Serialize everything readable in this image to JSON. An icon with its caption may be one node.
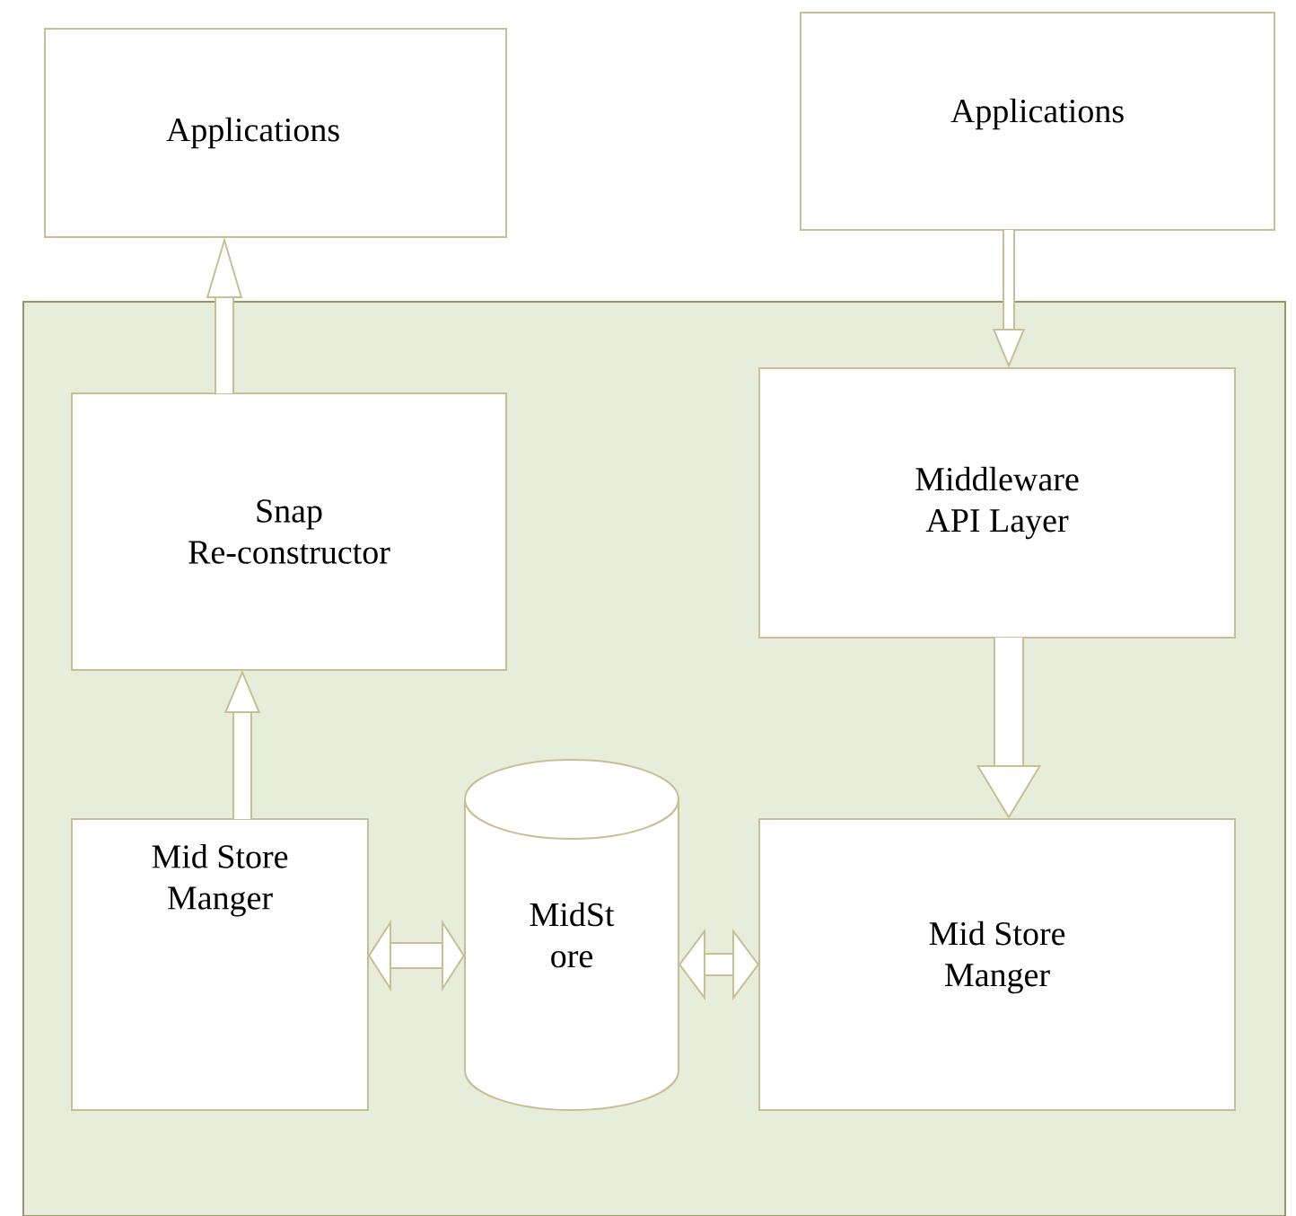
{
  "diagram": {
    "nodes": [
      {
        "text": [
          "Applications"
        ]
      },
      {
        "text": [
          "Applications"
        ]
      },
      {
        "text": [],
        "shape": "box"
      },
      {
        "text": [
          "Snap Re-constructor"
        ],
        "in": 2
      },
      {
        "text": [
          "Middleware API Layer"
        ],
        "in": 2
      },
      {
        "text": [
          "Mid Store Manger"
        ],
        "in": 2
      },
      {
        "text": [
          "MidSt ore"
        ],
        "in": 2
      },
      {
        "text": [
          "Mid Store Manger"
        ],
        "in": 2
      }
    ],
    "edges": [
      {
        "from": 3,
        "to": 0,
        "arrow": "to"
      },
      {
        "from": 1,
        "to": 4,
        "arrow": "to"
      },
      {
        "from": 5,
        "to": 3,
        "arrow": "to"
      },
      {
        "from": 4,
        "to": 7,
        "arrow": "to"
      },
      {
        "from": 5,
        "to": 6,
        "arrow": "both"
      },
      {
        "from": 6,
        "to": 7,
        "arrow": "both"
      }
    ]
  }
}
